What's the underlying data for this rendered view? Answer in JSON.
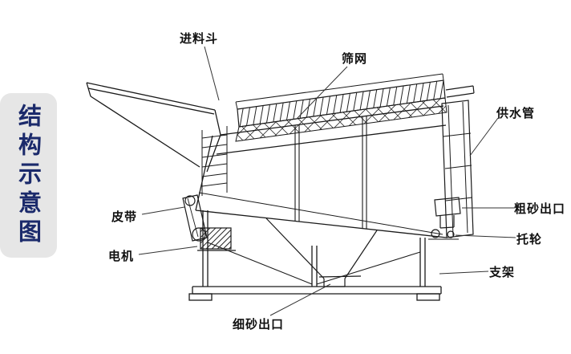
{
  "title_panel": {
    "text": "结构示意图",
    "text_color": "#1b2a6b",
    "bg_color": "#e6e6e6"
  },
  "diagram": {
    "line_color": "#1a1a1a",
    "labels": {
      "feed_hopper": "进料斗",
      "screen_mesh": "筛网",
      "water_supply_pipe": "供水管",
      "coarse_sand_outlet": "粗砂出口",
      "support_roller": "托轮",
      "support_frame": "支架",
      "fine_sand_outlet": "细砂出口",
      "belt": "皮带",
      "motor": "电机"
    }
  }
}
